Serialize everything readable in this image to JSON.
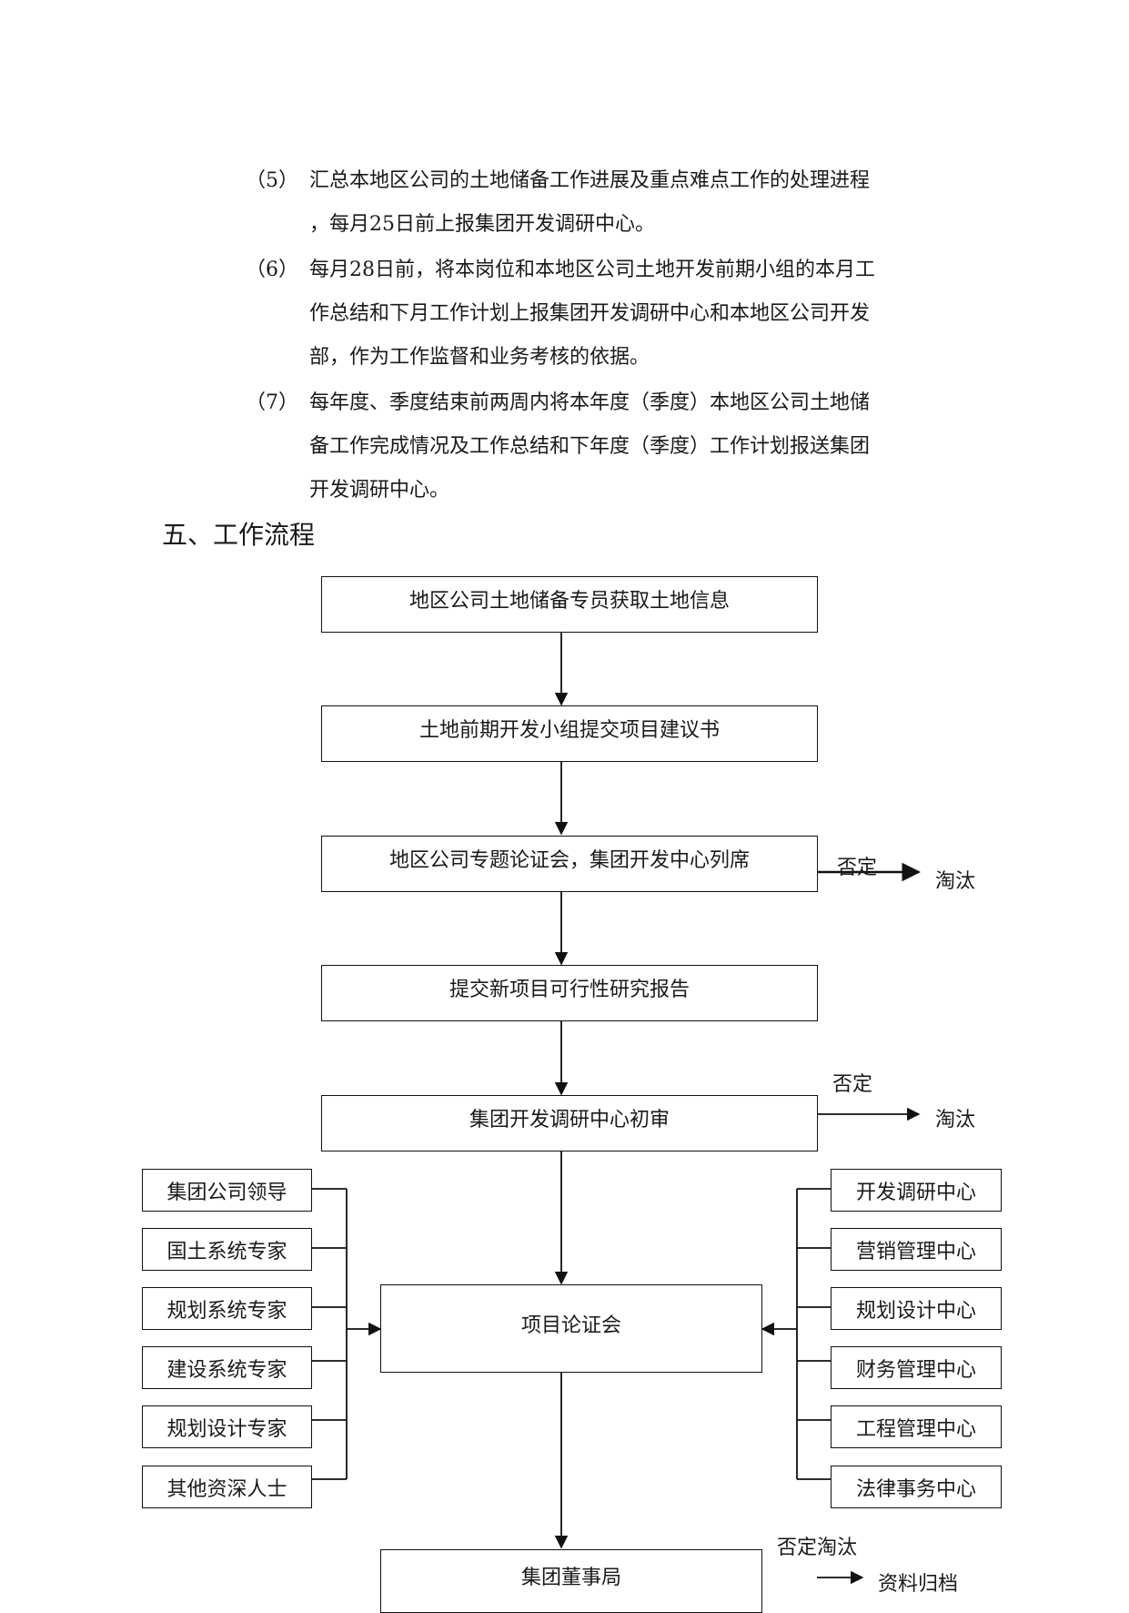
{
  "paragraphs": [
    {
      "num": "（5）",
      "lines": [
        "汇总本地区公司的土地储备工作进展及重点难点工作的处理进程",
        "，每月25日前上报集团开发调研中心。"
      ]
    },
    {
      "num": "（6）",
      "lines": [
        "每月28日前，将本岗位和本地区公司土地开发前期小组的本月工",
        "作总结和下月工作计划上报集团开发调研中心和本地区公司开发",
        "部，作为工作监督和业务考核的依据。"
      ]
    },
    {
      "num": "（7）",
      "lines": [
        "每年度、季度结束前两周内将本年度（季度）本地区公司土地储",
        "备工作完成情况及工作总结和下年度（季度）工作计划报送集团",
        "开发调研中心。"
      ]
    }
  ],
  "section_title": "五、工作流程",
  "flow": {
    "steps": [
      "地区公司土地储备专员获取土地信息",
      "土地前期开发小组提交项目建议书",
      "地区公司专题论证会，集团开发中心列席",
      "提交新项目可行性研究报告",
      "集团开发调研中心初审",
      "项目论证会",
      "集团董事局"
    ],
    "reject_label": "否定",
    "eliminate_label": "淘汰",
    "reject_eliminate_label": "否定淘汰",
    "archive_label": "资料归档",
    "left_participants": [
      "集团公司领导",
      "国土系统专家",
      "规划系统专家",
      "建设系统专家",
      "规划设计专家",
      "其他资深人士"
    ],
    "right_participants": [
      "开发调研中心",
      "营销管理中心",
      "规划设计中心",
      "财务管理中心",
      "工程管理中心",
      "法律事务中心"
    ]
  }
}
